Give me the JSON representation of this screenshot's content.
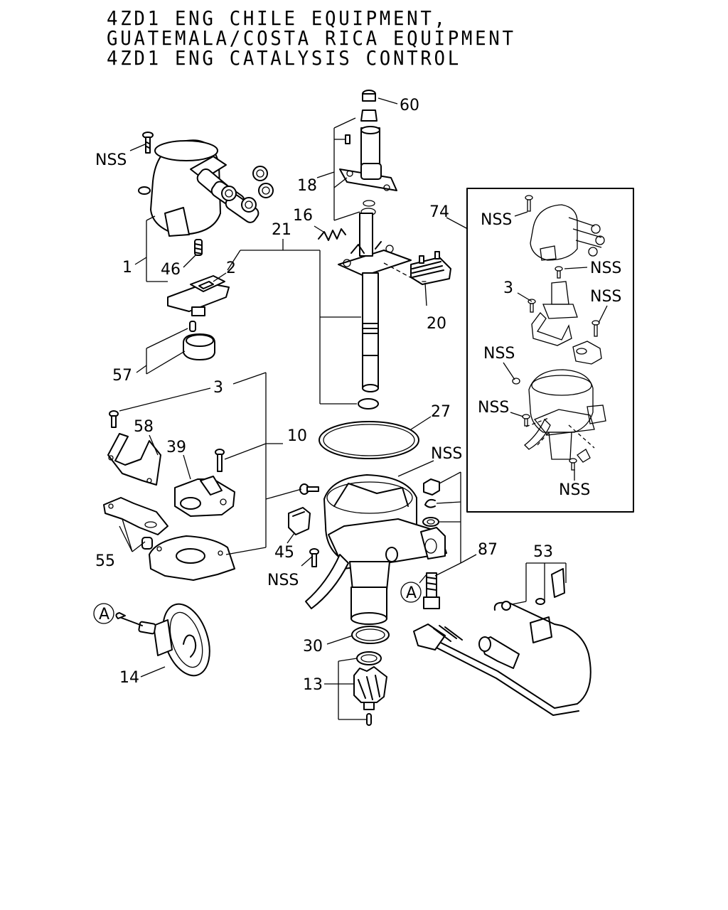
{
  "title": {
    "line1": "4ZD1 ENG CHILE EQUIPMENT,",
    "line2": "GUATEMALA/COSTA RICA EQUIPMENT",
    "line3": "4ZD1 ENG CATALYSIS CONTROL"
  },
  "callouts": {
    "c60": "60",
    "c18": "18",
    "c16": "16",
    "c21": "21",
    "c20": "20",
    "c74": "74",
    "c1": "1",
    "c46": "46",
    "c2": "2",
    "c57": "57",
    "c3": "3",
    "c10": "10",
    "c58": "58",
    "c39": "39",
    "c55": "55",
    "c27": "27",
    "c45": "45",
    "c87": "87",
    "c53": "53",
    "c30": "30",
    "c13": "13",
    "c14": "14",
    "c3b": "3",
    "nss": "NSS",
    "ref_a": "A"
  }
}
